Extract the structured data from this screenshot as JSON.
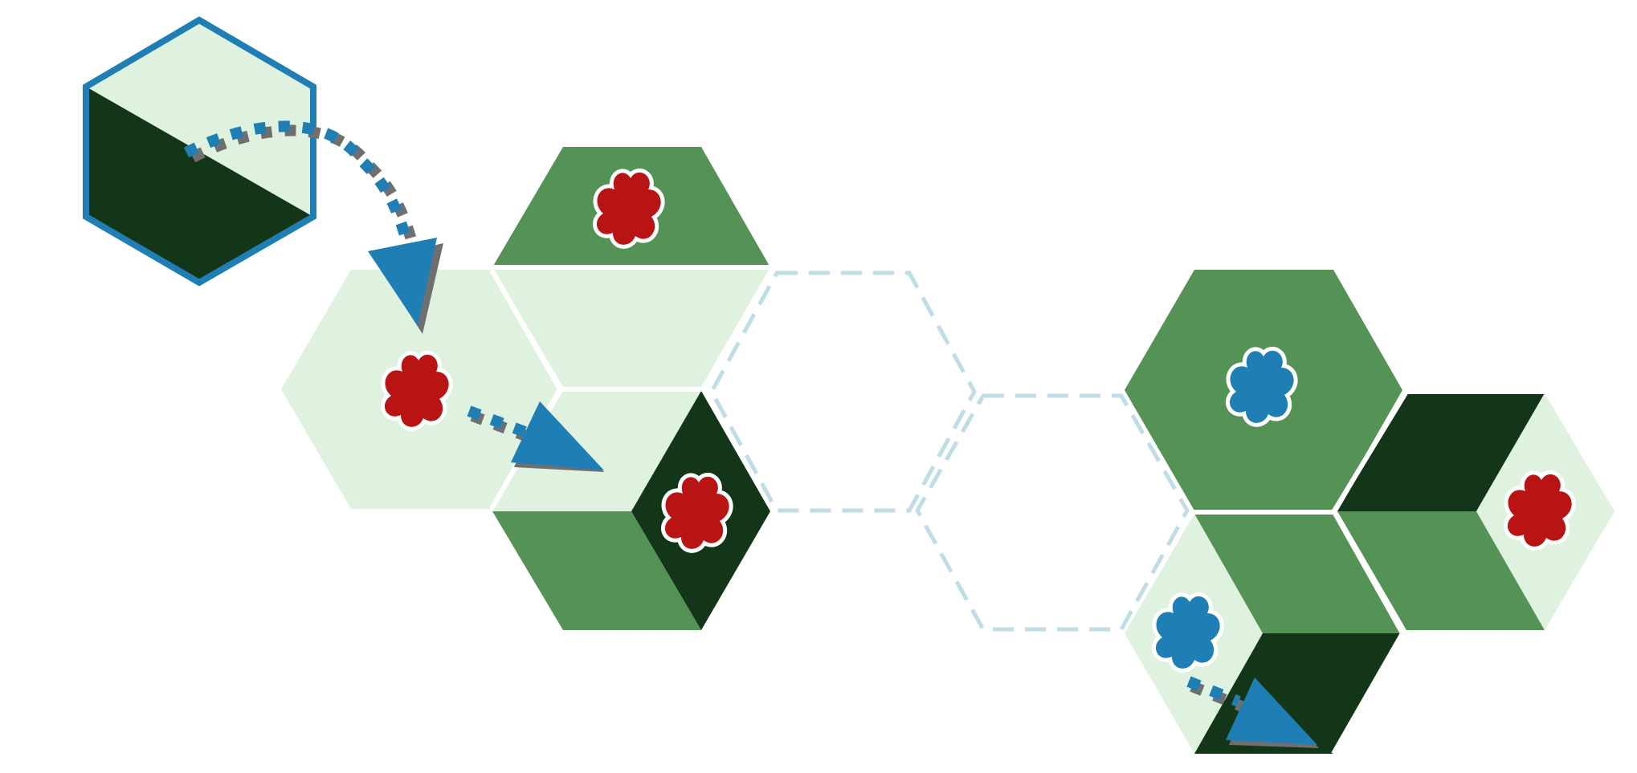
{
  "palette": {
    "pale_green": "#dff2df",
    "mid_green": "#559255",
    "dark_green": "#143618",
    "red": "#b81414",
    "blue": "#1f7fb4",
    "empty_slot": "#bfdde5",
    "shadow": "#6f6f6f",
    "separator": "#ffffff"
  },
  "board": {
    "selected_tile": {
      "face_colors": [
        "pale_green",
        "dark_green"
      ],
      "highlight": "blue"
    },
    "empty_slots": 2,
    "placed_groups": 2,
    "tokens": [
      {
        "id": "token-1",
        "color": "red"
      },
      {
        "id": "token-2",
        "color": "red"
      },
      {
        "id": "token-3",
        "color": "red"
      },
      {
        "id": "token-4",
        "color": "blue"
      },
      {
        "id": "token-5",
        "color": "red"
      },
      {
        "id": "token-6",
        "color": "blue"
      }
    ],
    "arrows": [
      {
        "id": "move-arrow-1",
        "color": "blue",
        "style": "dashed"
      },
      {
        "id": "move-arrow-2",
        "color": "blue",
        "style": "dashed"
      },
      {
        "id": "move-arrow-3",
        "color": "blue",
        "style": "dashed"
      }
    ]
  }
}
